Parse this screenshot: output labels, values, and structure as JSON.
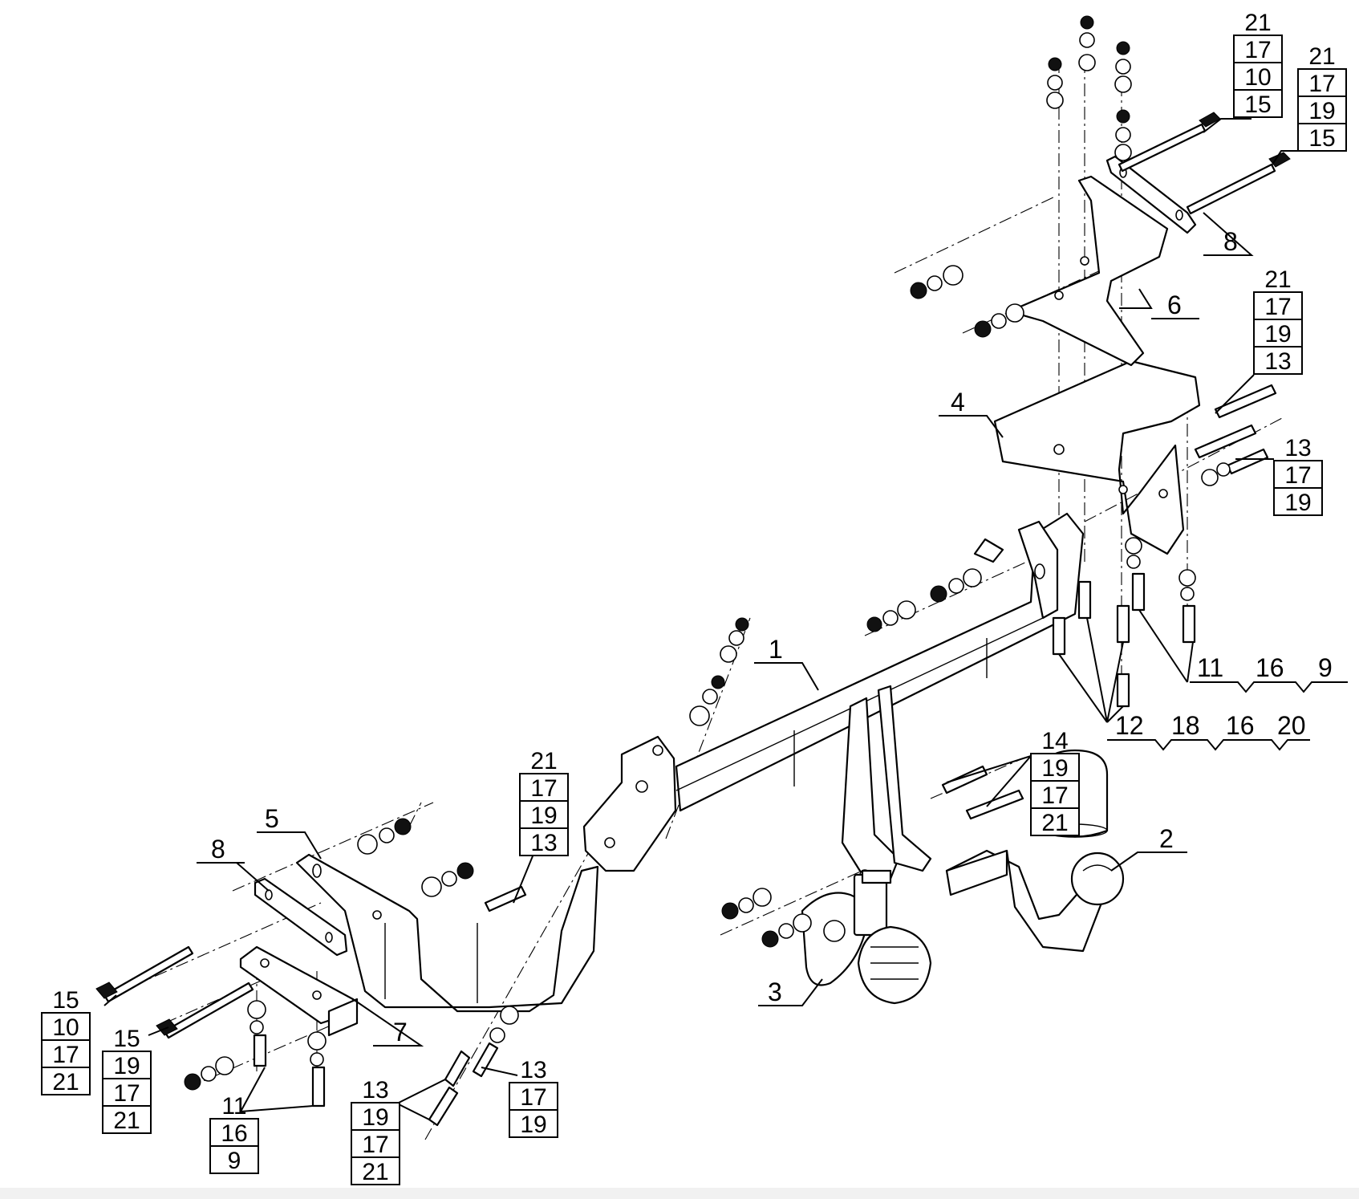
{
  "callouts": [
    {
      "id": "c1",
      "text": "1"
    },
    {
      "id": "c2",
      "text": "2"
    },
    {
      "id": "c3",
      "text": "3"
    },
    {
      "id": "c4",
      "text": "4"
    },
    {
      "id": "c5",
      "text": "5"
    },
    {
      "id": "c6",
      "text": "6"
    },
    {
      "id": "c7",
      "text": "7"
    },
    {
      "id": "c8a",
      "text": "8"
    },
    {
      "id": "c8b",
      "text": "8"
    }
  ],
  "stacks": [
    {
      "id": "s_tr1",
      "items": [
        "21",
        "17",
        "10",
        "15"
      ]
    },
    {
      "id": "s_tr2",
      "items": [
        "21",
        "17",
        "19",
        "15"
      ]
    },
    {
      "id": "s_r1",
      "items": [
        "21",
        "17",
        "19",
        "13"
      ]
    },
    {
      "id": "s_r2",
      "items": [
        "13",
        "17",
        "19"
      ]
    },
    {
      "id": "s_mid",
      "items": [
        "14",
        "19",
        "17",
        "21"
      ]
    },
    {
      "id": "s_l1",
      "items": [
        "21",
        "17",
        "19",
        "13"
      ]
    },
    {
      "id": "s_bl1",
      "items": [
        "15",
        "10",
        "17",
        "21"
      ]
    },
    {
      "id": "s_bl2",
      "items": [
        "15",
        "19",
        "17",
        "21"
      ]
    },
    {
      "id": "s_bl3",
      "items": [
        "11",
        "16",
        "9"
      ]
    },
    {
      "id": "s_bc1",
      "items": [
        "13",
        "19",
        "17",
        "21"
      ]
    },
    {
      "id": "s_bc2",
      "items": [
        "13",
        "17",
        "19"
      ]
    }
  ],
  "rows": [
    {
      "id": "row1",
      "items": [
        "11",
        "16",
        "9"
      ]
    },
    {
      "id": "row2",
      "items": [
        "12",
        "18",
        "16",
        "20"
      ]
    }
  ]
}
